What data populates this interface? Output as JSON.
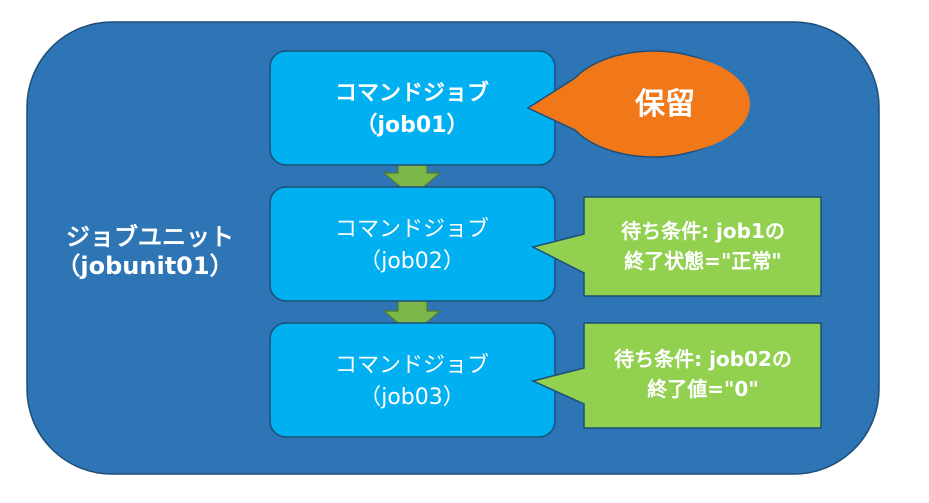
{
  "jobunit": {
    "label_line1": "ジョブユニット",
    "label_line2": "（jobunit01）",
    "fill": "#2E75B6"
  },
  "jobs": [
    {
      "line1": "コマンドジョブ",
      "line2": "（job01）"
    },
    {
      "line1": "コマンドジョブ",
      "line2": "（job02）"
    },
    {
      "line1": "コマンドジョブ",
      "line2": "（job03）"
    }
  ],
  "callouts": {
    "hold": {
      "text": "保留",
      "fill": "#F07818"
    },
    "wait_job02": {
      "line1": "待ち条件: job1の",
      "line2": "終了状態=\"正常\"",
      "fill": "#92D050"
    },
    "wait_job03": {
      "line1": "待ち条件: job02の",
      "line2": "終了値=\"0\"",
      "fill": "#92D050"
    }
  },
  "colors": {
    "job_box": "#00B0F0",
    "arrow": "#7AB648"
  }
}
